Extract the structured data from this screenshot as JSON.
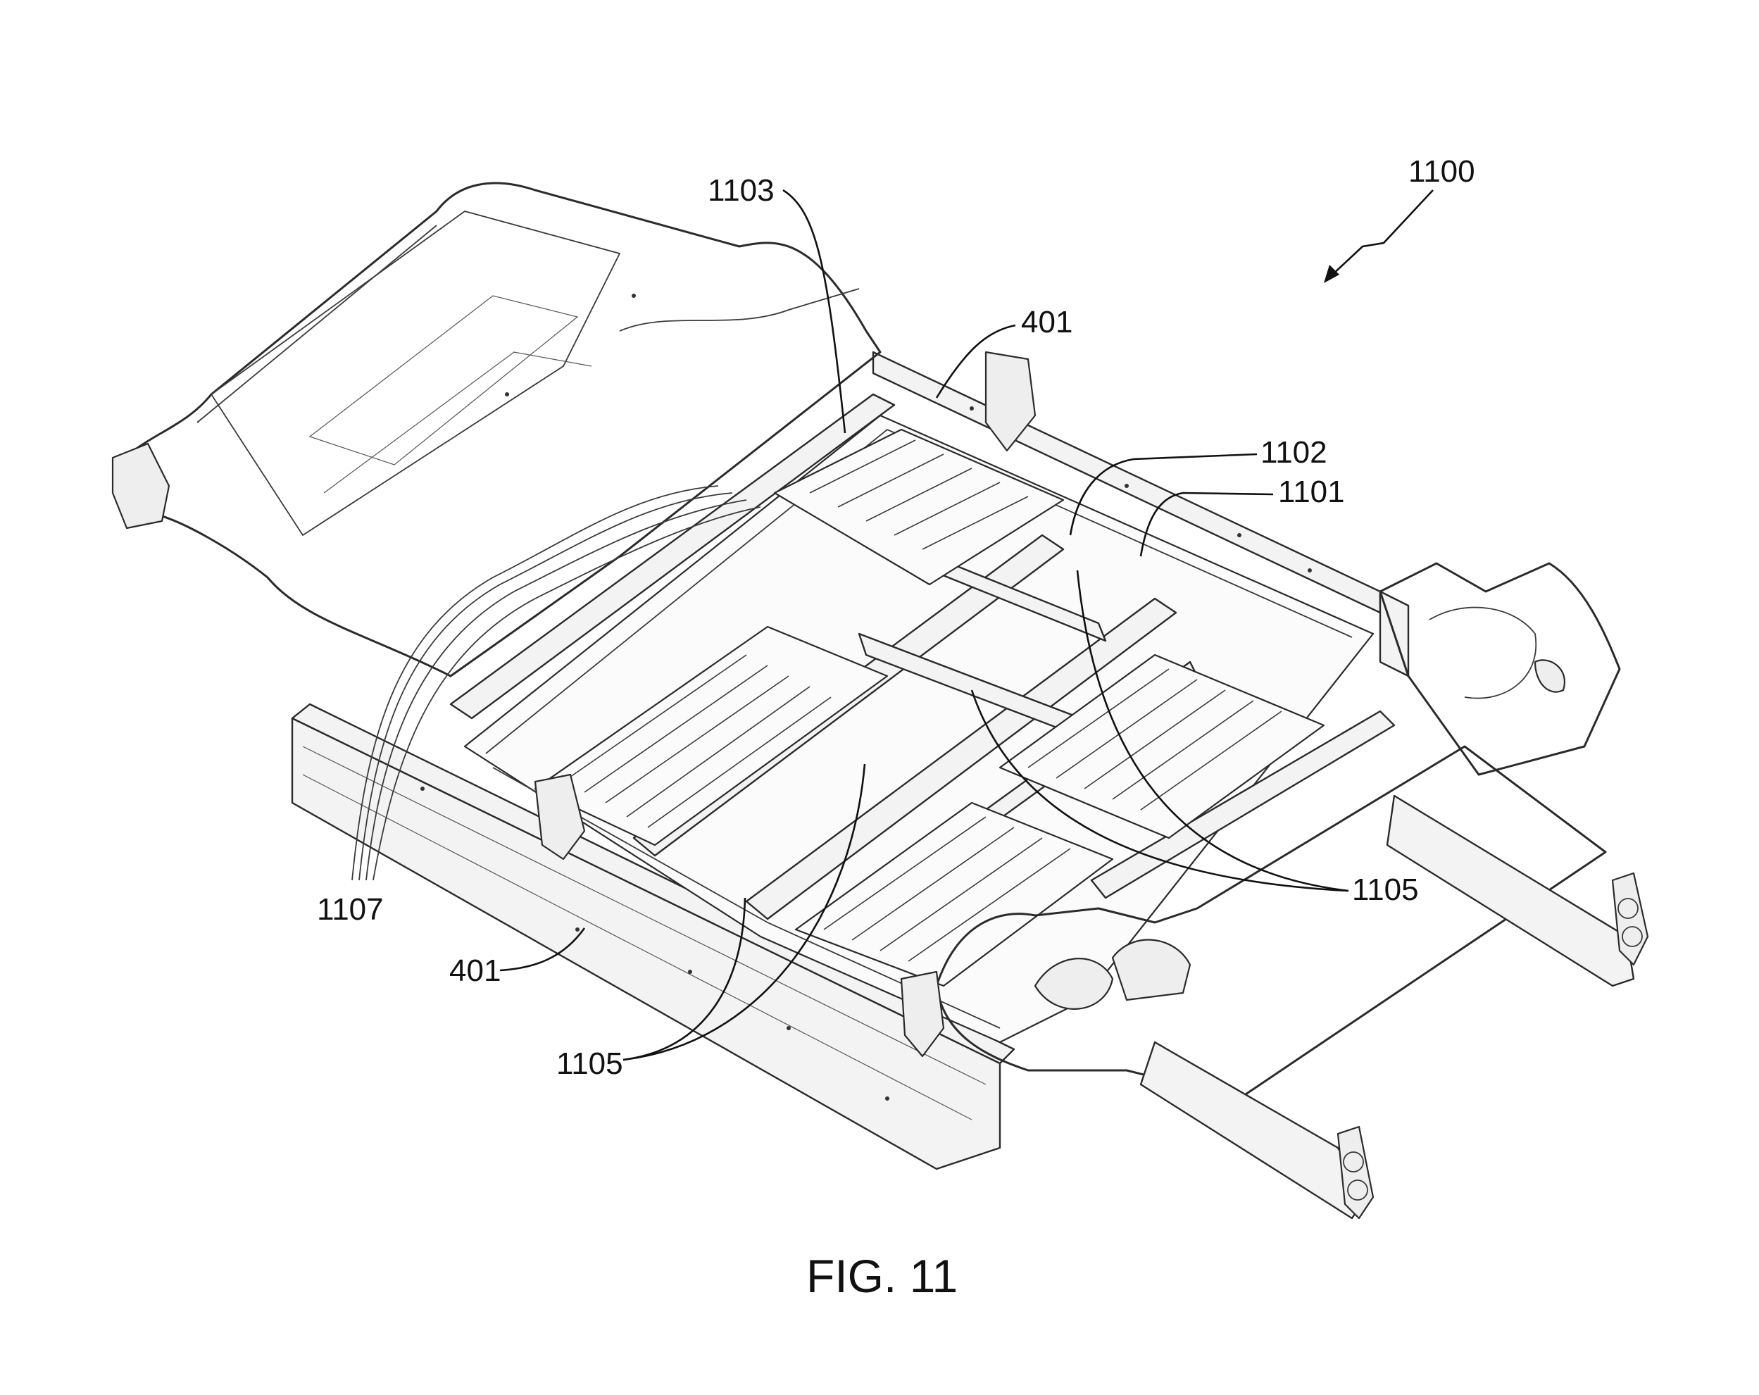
{
  "figure": {
    "caption": "FIG. 11",
    "assembly_ref": "1100",
    "labels": {
      "l1103": "1103",
      "l401_top": "401",
      "l1102": "1102",
      "l1101": "1101",
      "l1105_right": "1105",
      "l1107": "1107",
      "l401_bottom": "401",
      "l1105_bottom": "1105"
    }
  }
}
